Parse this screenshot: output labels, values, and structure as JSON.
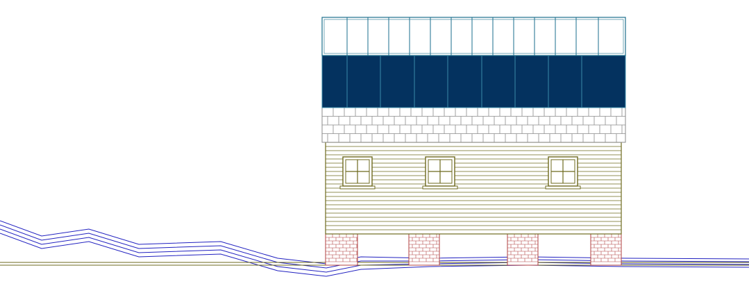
{
  "drawing": {
    "colors": {
      "background": "#ffffff",
      "glass_stroke": "#1a6e8c",
      "solar_panel": "#04325f",
      "solar_stroke": "#3a8aa8",
      "shingle_fill": "#ffffff",
      "shingle_stroke": "#8a8a8a",
      "siding_stroke": "#6e6a1e",
      "siding_fill": "#ffffff",
      "brick_stroke": "#b04040",
      "brick_fill": "#ffffff",
      "terrain_stroke": "#2020c0",
      "ground_stroke": "#6e6a1e"
    },
    "elements": [
      "clerestory-glazing",
      "solar-panel-band",
      "shingle-fascia",
      "clapboard-wall",
      "window",
      "window",
      "window",
      "brick-pier",
      "brick-pier",
      "brick-pier",
      "brick-pier",
      "terrain-contours",
      "ground-line"
    ]
  }
}
